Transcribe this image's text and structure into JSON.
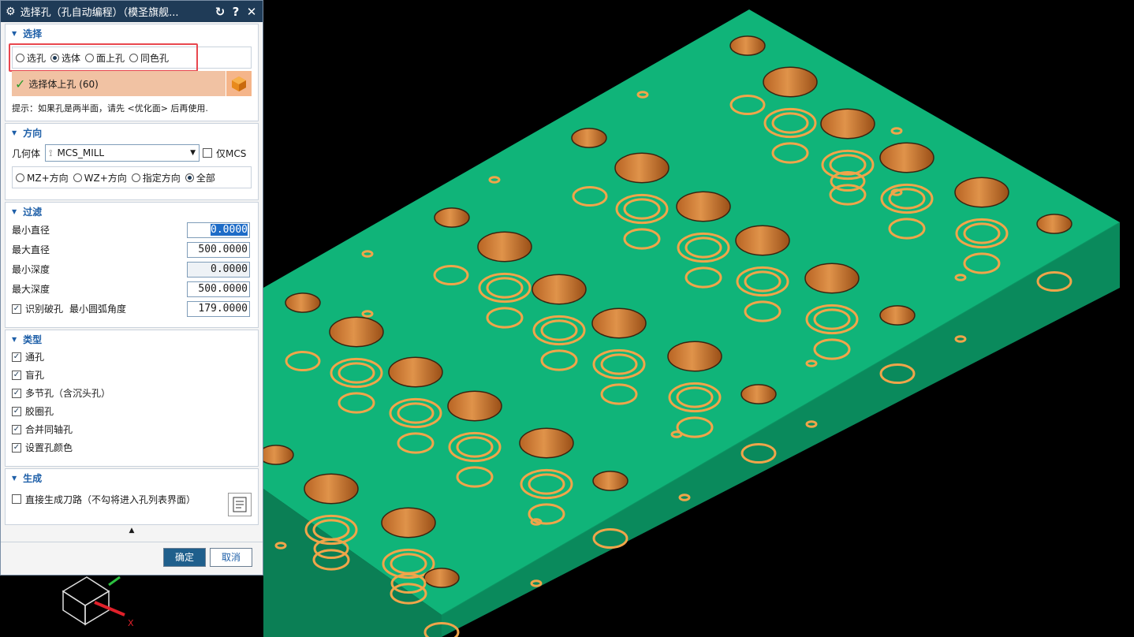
{
  "dialog": {
    "title": "选择孔（孔自动编程）（模圣旗舰...",
    "refresh_glyph": "↻",
    "help_glyph": "?",
    "close_glyph": "✕"
  },
  "select": {
    "header": "选择",
    "options": [
      "选孔",
      "选体",
      "面上孔",
      "同色孔"
    ],
    "selected": "选体",
    "status": "选择体上孔 (60)",
    "hint": "提示：如果孔是两半面，请先 <优化面> 后再使用."
  },
  "direction": {
    "header": "方向",
    "geometry_label": "几何体",
    "geometry_value": "MCS_MILL",
    "only_mcs_label": "仅MCS",
    "options": [
      "MZ+方向",
      "WZ+方向",
      "指定方向",
      "全部"
    ],
    "selected": "全部"
  },
  "filter": {
    "header": "过滤",
    "min_diameter_label": "最小直径",
    "min_diameter_value": "0.0000",
    "max_diameter_label": "最大直径",
    "max_diameter_value": "500.0000",
    "min_depth_label": "最小深度",
    "min_depth_value": "0.0000",
    "max_depth_label": "最大深度",
    "max_depth_value": "500.0000",
    "broken_hole_label": "识别破孔",
    "min_arc_angle_label": "最小圆弧角度",
    "min_arc_angle_value": "179.0000"
  },
  "type": {
    "header": "类型",
    "items": [
      "通孔",
      "盲孔",
      "多节孔（含沉头孔）",
      "胶圈孔",
      "合并同轴孔",
      "设置孔颜色"
    ]
  },
  "generate": {
    "header": "生成",
    "direct_label": "直接生成刀路（不勾将进入孔列表界面）"
  },
  "buttons": {
    "ok": "确定",
    "cancel": "取消"
  },
  "triad": {
    "x_label": "X"
  },
  "colors": {
    "plate_top": "#0fb57a",
    "plate_side": "#0a8a5c",
    "hole": "#f0a54a",
    "titlebar": "#1f3b57",
    "highlight": "#e8474f",
    "status_bg": "#f1c2a3"
  }
}
